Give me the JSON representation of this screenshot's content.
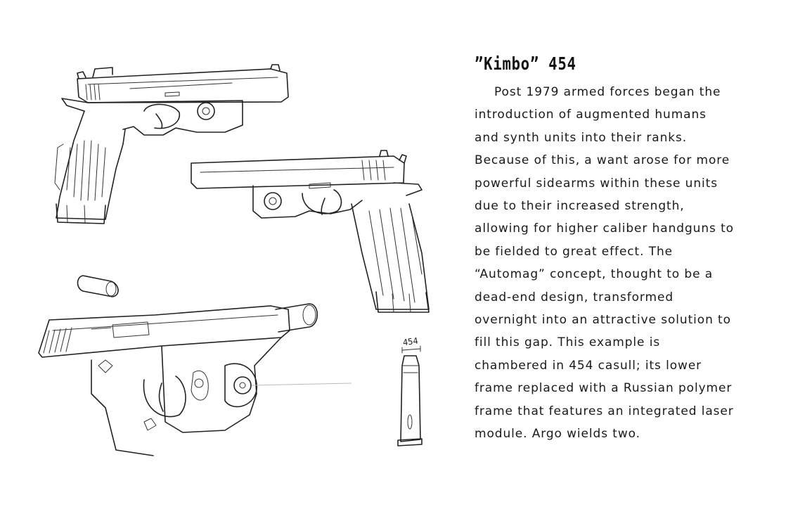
{
  "page": {
    "title": "”Kimbo” 454",
    "body_lines": [
      "Post 1979 armed forces began the",
      "introduction of augmented humans",
      "and synth units into their ranks.",
      "Because of this, a want arose for more",
      "powerful sidearms within these units",
      "due to their increased strength,",
      "allowing for higher caliber handguns to",
      "be fielded to great effect. The",
      "“Automag” concept, thought to be a",
      "dead-end design, transformed",
      "overnight into an attractive solution to",
      "fill this gap. This example is",
      "chambered in 454 casull; its lower",
      "frame replaced with a Russian polymer",
      "frame that features an integrated laser",
      "module. Argo wields two."
    ]
  },
  "sketch": {
    "cartridge_label": "454"
  }
}
